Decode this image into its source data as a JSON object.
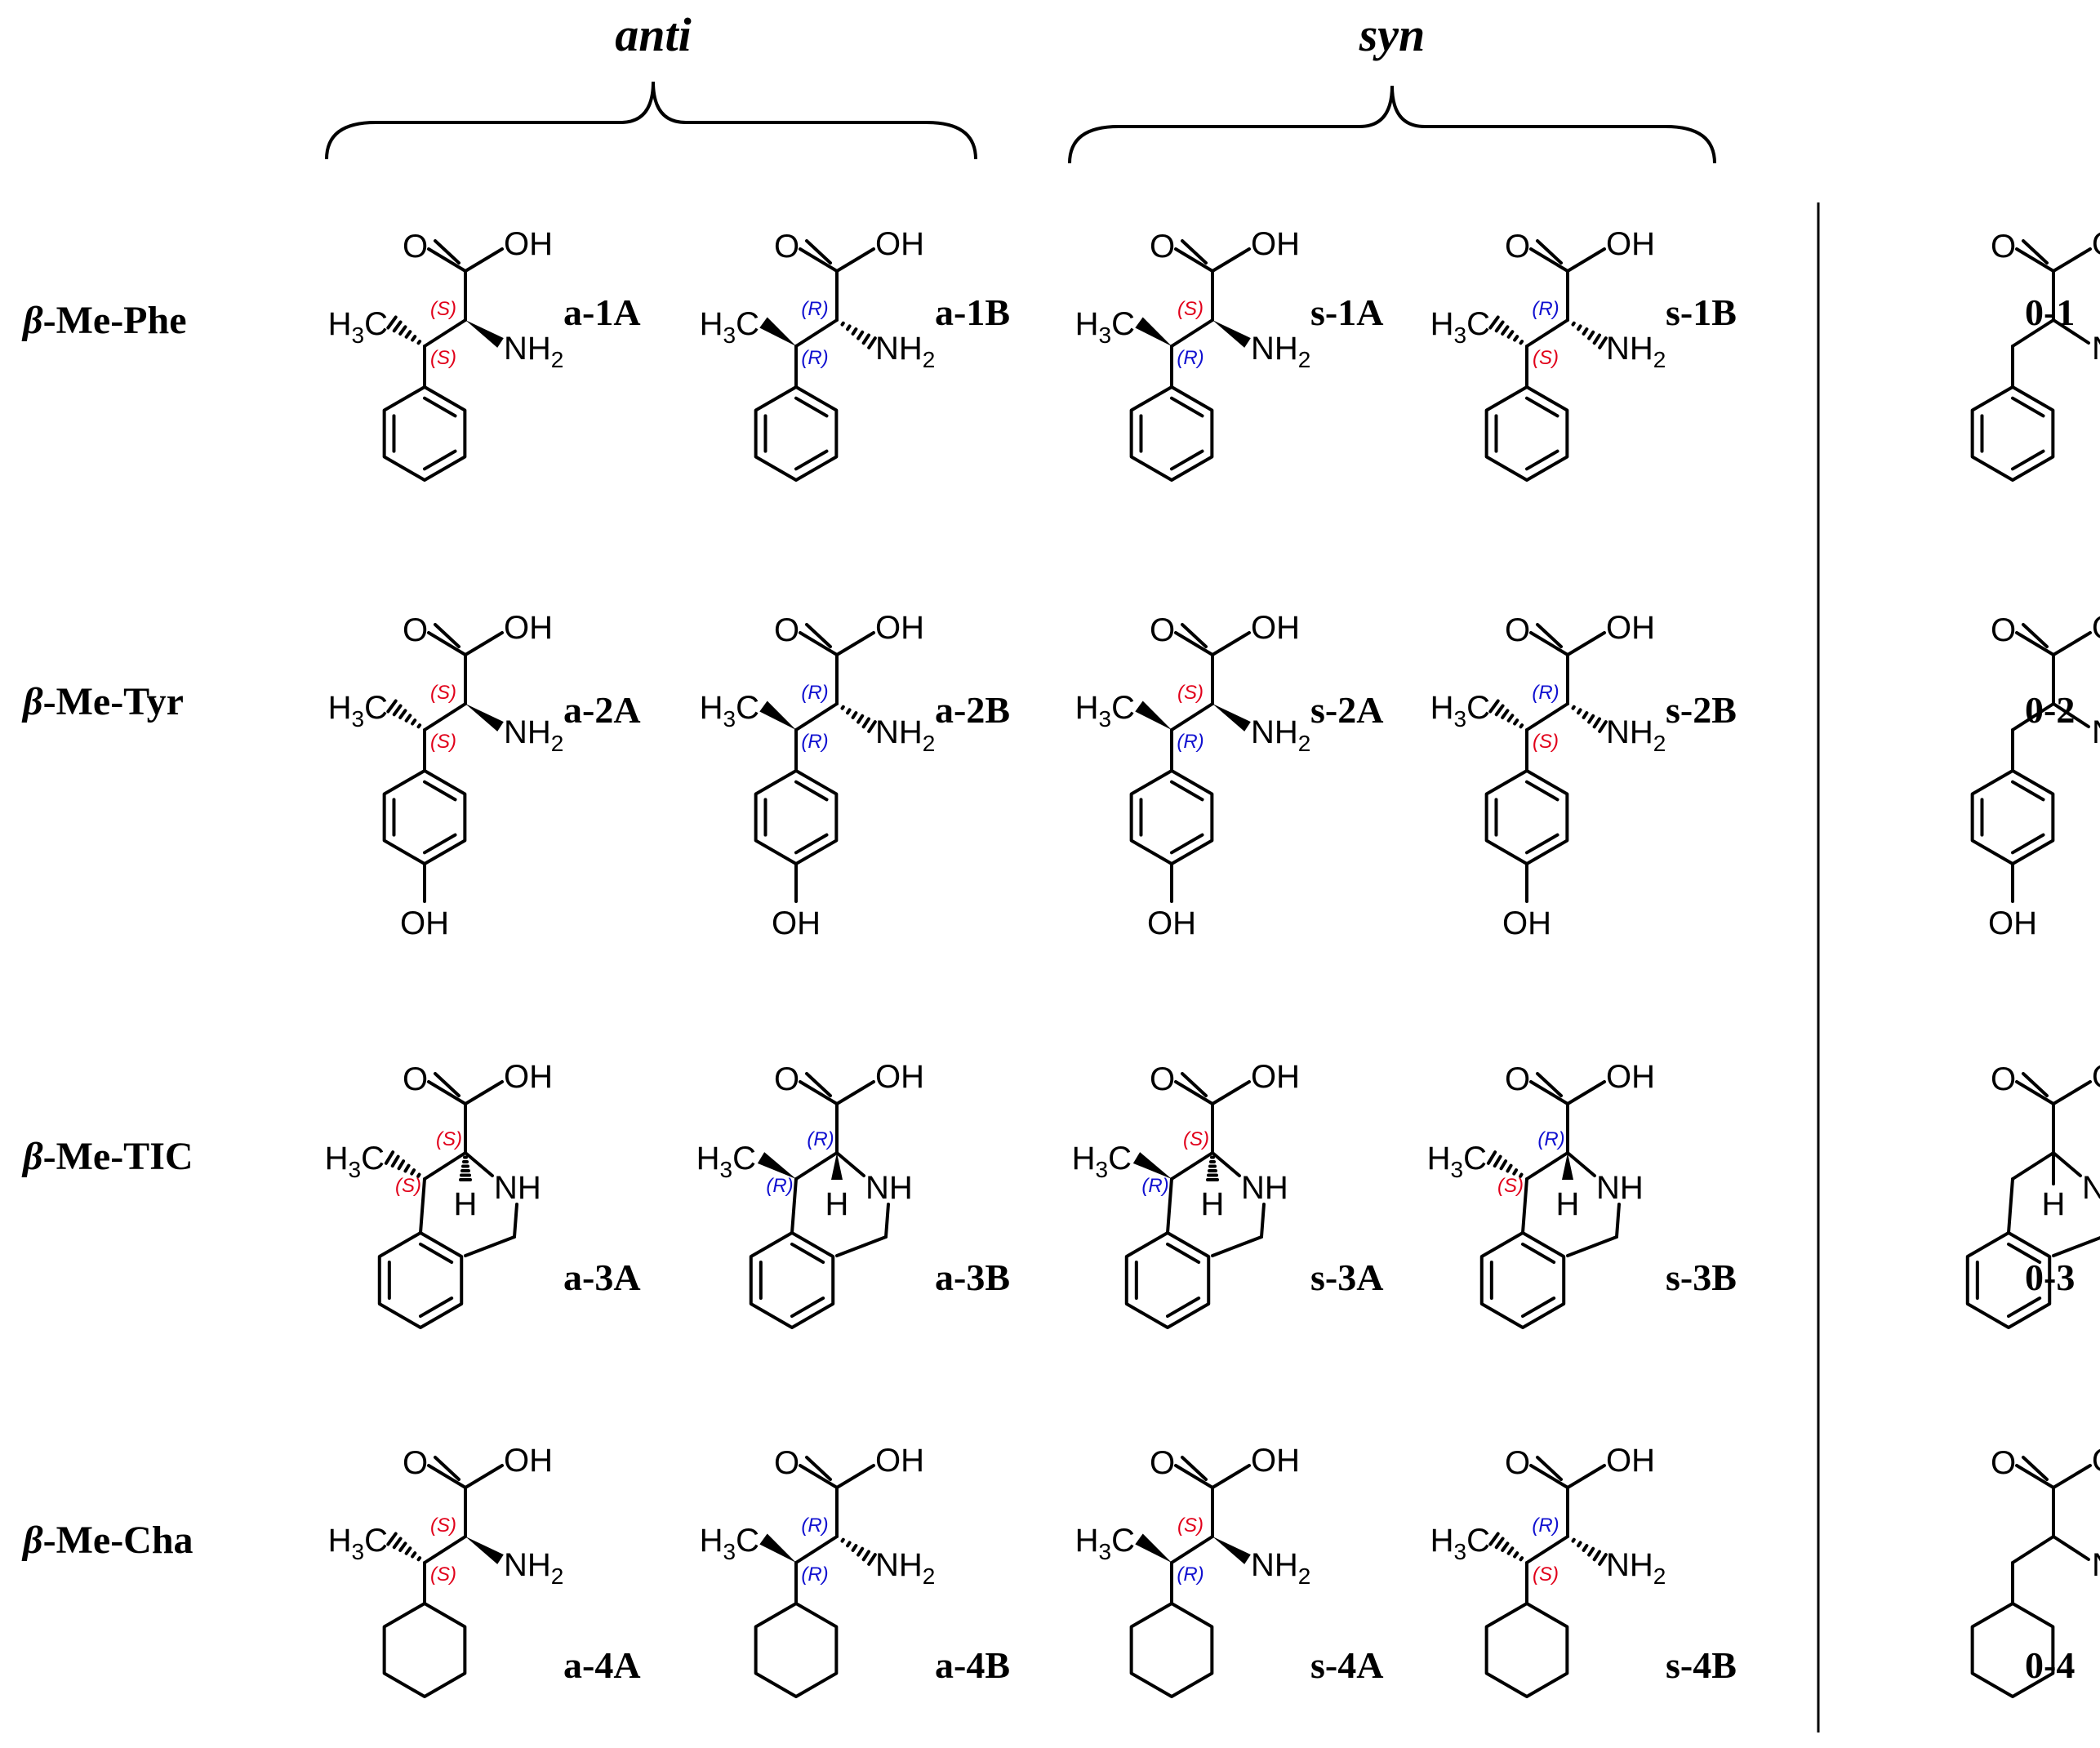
{
  "groups": {
    "anti": "anti",
    "syn": "syn"
  },
  "rows": [
    {
      "label_greek": "β",
      "label_rest": "-Me-Phe",
      "compounds": [
        {
          "id": "a-1A",
          "ca": "(S)",
          "cb": "(S)",
          "me": "hash"
        },
        {
          "id": "a-1B",
          "ca": "(R)",
          "cb": "(R)",
          "me": "wedge"
        },
        {
          "id": "s-1A",
          "ca": "(S)",
          "cb": "(R)",
          "me": "wedge"
        },
        {
          "id": "s-1B",
          "ca": "(R)",
          "cb": "(S)",
          "me": "hash"
        },
        {
          "id": "0-1"
        }
      ]
    },
    {
      "label_greek": "β",
      "label_rest": "-Me-Tyr",
      "compounds": [
        {
          "id": "a-2A",
          "ca": "(S)",
          "cb": "(S)",
          "me": "hash"
        },
        {
          "id": "a-2B",
          "ca": "(R)",
          "cb": "(R)",
          "me": "wedge"
        },
        {
          "id": "s-2A",
          "ca": "(S)",
          "cb": "(R)",
          "me": "wedge"
        },
        {
          "id": "s-2B",
          "ca": "(R)",
          "cb": "(S)",
          "me": "hash"
        },
        {
          "id": "0-2"
        }
      ]
    },
    {
      "label_greek": "β",
      "label_rest": "-Me-TIC",
      "compounds": [
        {
          "id": "a-3A",
          "ca": "(S)",
          "cb": "(S)",
          "me": "hash"
        },
        {
          "id": "a-3B",
          "ca": "(R)",
          "cb": "(R)",
          "me": "wedge"
        },
        {
          "id": "s-3A",
          "ca": "(S)",
          "cb": "(R)",
          "me": "wedge"
        },
        {
          "id": "s-3B",
          "ca": "(R)",
          "cb": "(S)",
          "me": "hash"
        },
        {
          "id": "0-3"
        }
      ]
    },
    {
      "label_greek": "β",
      "label_rest": "-Me-Cha",
      "compounds": [
        {
          "id": "a-4A",
          "ca": "(S)",
          "cb": "(S)",
          "me": "hash"
        },
        {
          "id": "a-4B",
          "ca": "(R)",
          "cb": "(R)",
          "me": "wedge"
        },
        {
          "id": "s-4A",
          "ca": "(S)",
          "cb": "(R)",
          "me": "wedge"
        },
        {
          "id": "s-4B",
          "ca": "(R)",
          "cb": "(S)",
          "me": "hash"
        },
        {
          "id": "0-4"
        }
      ]
    }
  ],
  "atoms": {
    "carbonyl_o": "O",
    "hydroxyl": "OH",
    "amine": "NH",
    "amine_sub": "2",
    "methyl": "H",
    "methyl_sub": "3",
    "methyl_tail": "C",
    "ring_nh": "NH",
    "h": "H"
  },
  "colors": {
    "S": "#e1001a",
    "R": "#1010d0",
    "phenol_oh": "#ff0000",
    "tic_ch2": "#00875a",
    "cyclohexyl": "#1a9ee0"
  }
}
